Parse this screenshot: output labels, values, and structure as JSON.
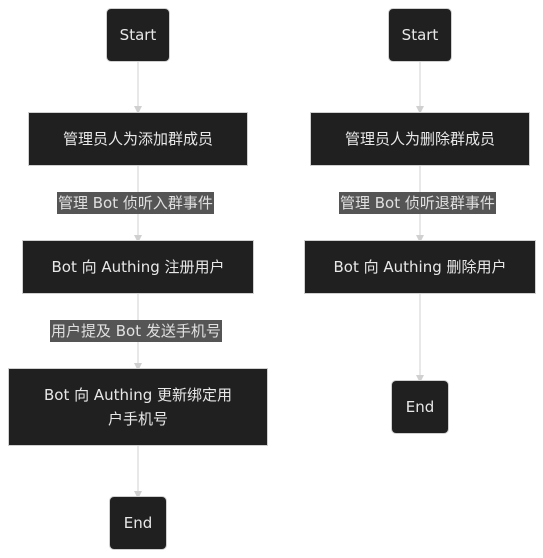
{
  "left_flow": {
    "start": "Start",
    "step1": "管理员人为添加群成员",
    "label1": "管理 Bot 侦听入群事件",
    "step2": "Bot 向 Authing 注册用户",
    "label2": "用户提及 Bot 发送手机号",
    "step3": "Bot 向 Authing 更新绑定用户手机号",
    "end": "End"
  },
  "right_flow": {
    "start": "Start",
    "step1": "管理员人为删除群成员",
    "label1": "管理 Bot 侦听退群事件",
    "step2": "Bot 向 Authing 删除用户",
    "end": "End"
  }
}
